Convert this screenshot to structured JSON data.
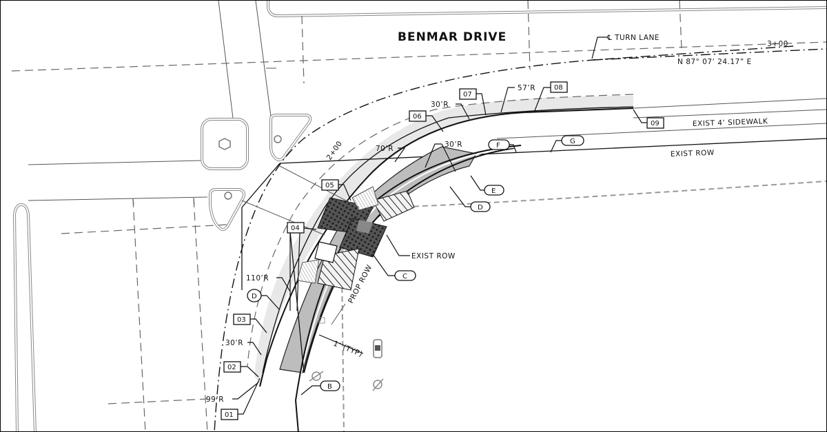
{
  "drawing": {
    "street_name": "BENMAR DRIVE",
    "turn_lane_label": "℄ TURN LANE",
    "station_label": "3+00",
    "station_2": "2+00",
    "bearing_label": "N 87° 07’ 24.17” E",
    "sidewalk_label": "EXIST 4’ SIDEWALK",
    "exist_row_label": "EXIST ROW",
    "exist_row_label_2": "EXIST ROW",
    "prop_row_label": "PROP ROW",
    "typ_label": "1’ (TYP)"
  },
  "radii": [
    {
      "id": "r-57",
      "label": "57’R"
    },
    {
      "id": "r-30-top",
      "label": "30’R"
    },
    {
      "id": "r-70",
      "label": "70’R"
    },
    {
      "id": "r-30-mid",
      "label": "30’R"
    },
    {
      "id": "r-110",
      "label": "110’R"
    },
    {
      "id": "r-30-bot",
      "label": "30’R"
    },
    {
      "id": "r-99",
      "label": "99’R"
    }
  ],
  "point_tags": [
    "01",
    "02",
    "03",
    "04",
    "05",
    "06",
    "07",
    "08",
    "09"
  ],
  "callouts": [
    "B",
    "C",
    "D",
    "D",
    "E",
    "F",
    "G"
  ],
  "colors": {
    "line": "#111111",
    "curb": "#888888",
    "fill_light": "#e6e6e6",
    "fill_mid": "#b4b4b4",
    "hatch": "#333333"
  }
}
